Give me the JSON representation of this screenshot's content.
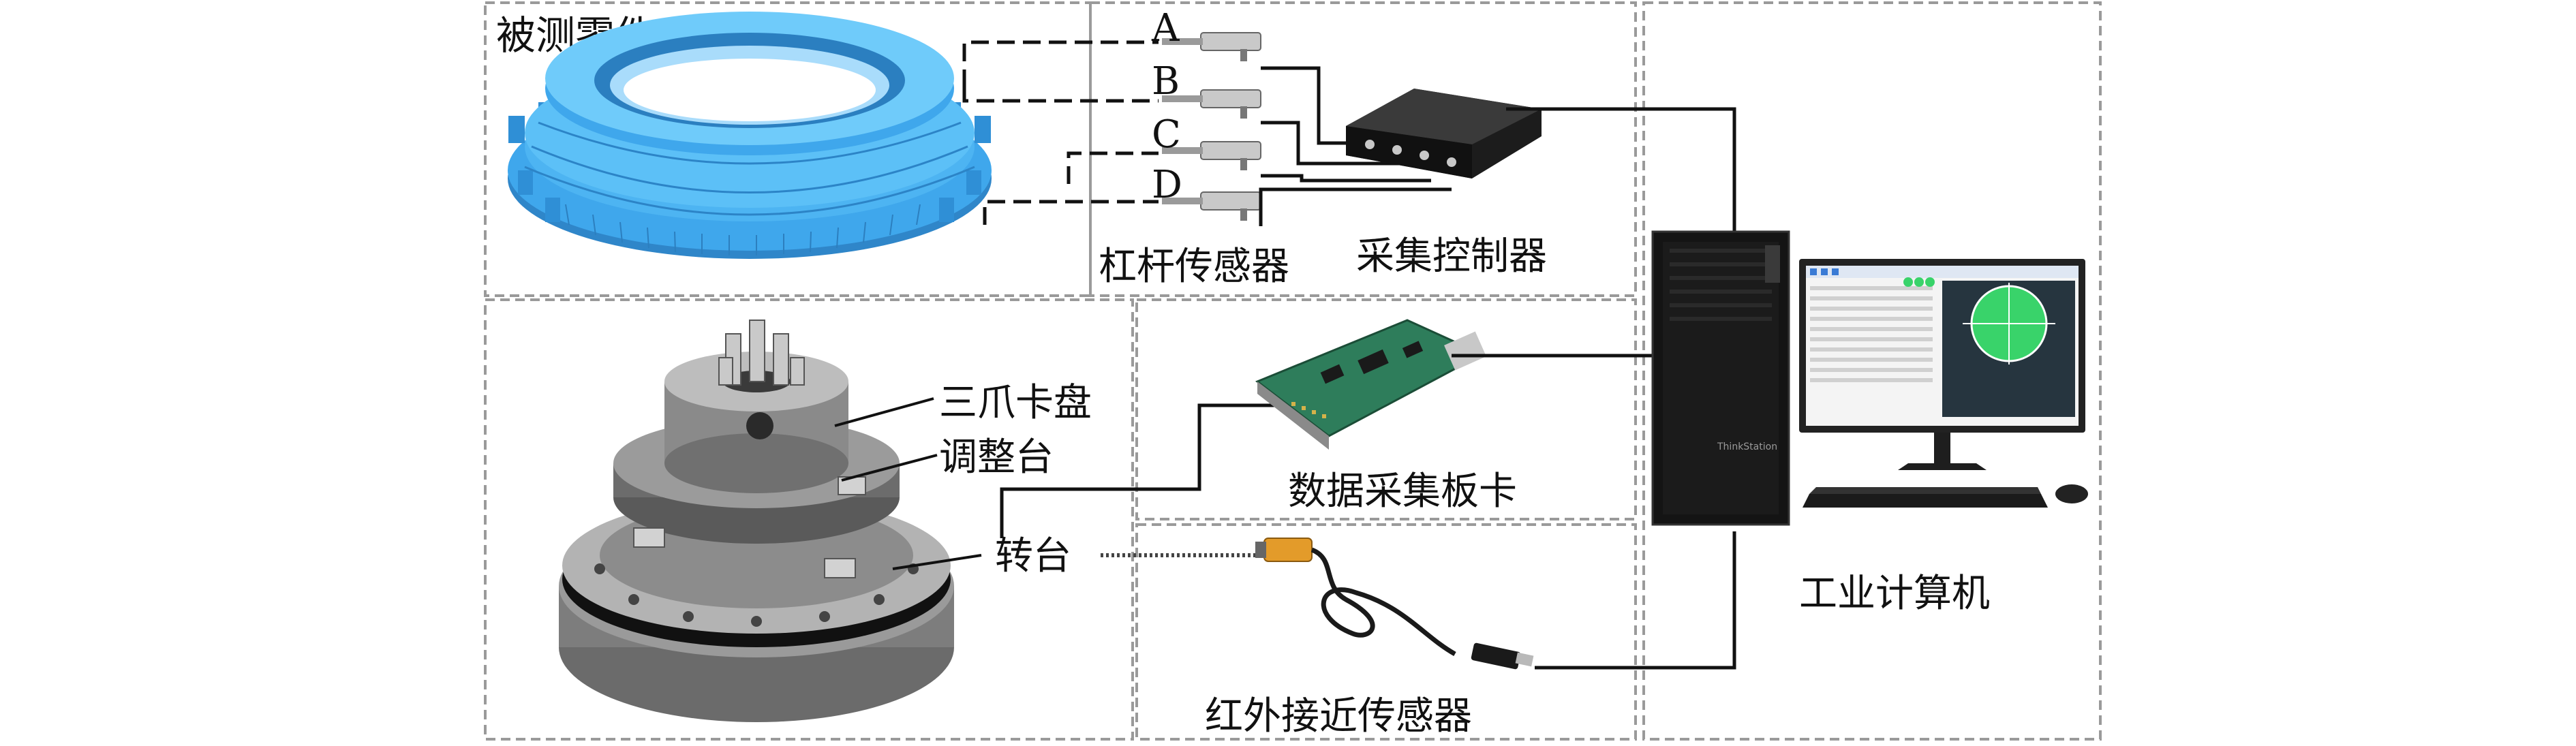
{
  "panels": {
    "part": {
      "title": "被测零件"
    },
    "sensors": {
      "letters": [
        "A",
        "B",
        "C",
        "D"
      ],
      "lever_sensor_label": "杠杆传感器",
      "controller_label": "采集控制器"
    },
    "fixture": {
      "chuck_label": "三爪卡盘",
      "adjust_label": "调整台",
      "turntable_label": "转台"
    },
    "daq": {
      "card_label": "数据采集板卡"
    },
    "infrared": {
      "sensor_label": "红外接近传感器"
    },
    "computer": {
      "label": "工业计算机",
      "brand": "ThinkStation"
    }
  },
  "colors": {
    "part_blue": "#3fa7ec",
    "panel_border": "#9a9a9a",
    "wire": "#111111",
    "pcb_green": "#2e7d5b",
    "screen_green": "#39d36a"
  }
}
